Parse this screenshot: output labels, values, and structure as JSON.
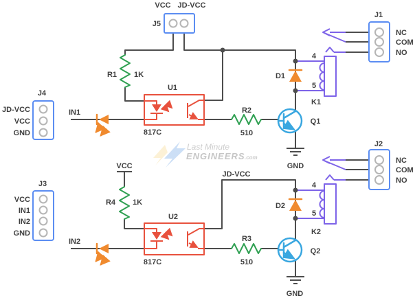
{
  "schematic": {
    "title_hint": "2-channel relay module driver schematic",
    "watermark": {
      "brand_top": "Last Minute",
      "brand_bottom": "ENGINEERS",
      "brand_tld": ".com"
    },
    "connectors": {
      "j5": {
        "ref": "J5",
        "pin_labels": [
          "VCC",
          "JD-VCC"
        ]
      },
      "j1": {
        "ref": "J1",
        "pins": [
          "NC",
          "COM",
          "NO"
        ]
      },
      "j2": {
        "ref": "J2",
        "pins": [
          "NC",
          "COM",
          "NO"
        ]
      },
      "j4": {
        "ref": "J4",
        "pins": [
          "JD-VCC",
          "VCC",
          "GND"
        ]
      },
      "j3": {
        "ref": "J3",
        "pins": [
          "VCC",
          "IN1",
          "IN2",
          "GND"
        ]
      }
    },
    "power": {
      "vcc_rail": "VCC",
      "jdvcc_rail": "JD-VCC",
      "gnd_q1": "GND",
      "gnd_q2": "GND"
    },
    "inputs": {
      "in1": "IN1",
      "in2": "IN2"
    },
    "resistors": {
      "r1": {
        "ref": "R1",
        "value": "1K"
      },
      "r2": {
        "ref": "R2",
        "value": "510"
      },
      "r3": {
        "ref": "R3",
        "value": "510"
      },
      "r4": {
        "ref": "R4",
        "value": "1K"
      }
    },
    "optocouplers": {
      "u1": {
        "ref": "U1",
        "part": "817C"
      },
      "u2": {
        "ref": "U2",
        "part": "817C"
      }
    },
    "transistors": {
      "q1": {
        "ref": "Q1"
      },
      "q2": {
        "ref": "Q2"
      }
    },
    "diodes": {
      "d1": {
        "ref": "D1"
      },
      "d2": {
        "ref": "D2"
      }
    },
    "relays": {
      "k1": {
        "ref": "K1",
        "coil_pin_top": "4",
        "coil_pin_bottom": "5"
      },
      "k2": {
        "ref": "K2",
        "coil_pin_top": "4",
        "coil_pin_bottom": "5"
      }
    },
    "colors": {
      "wire": "#4d4d4d",
      "resistor_green": "#2fa052",
      "opto_red": "#e8513d",
      "led_orange": "#f08a2e",
      "transistor_blue": "#3aa7e0",
      "connector_blue": "#5b8df2",
      "relay_purple": "#7d63e8",
      "text": "#3f3f3f"
    }
  }
}
